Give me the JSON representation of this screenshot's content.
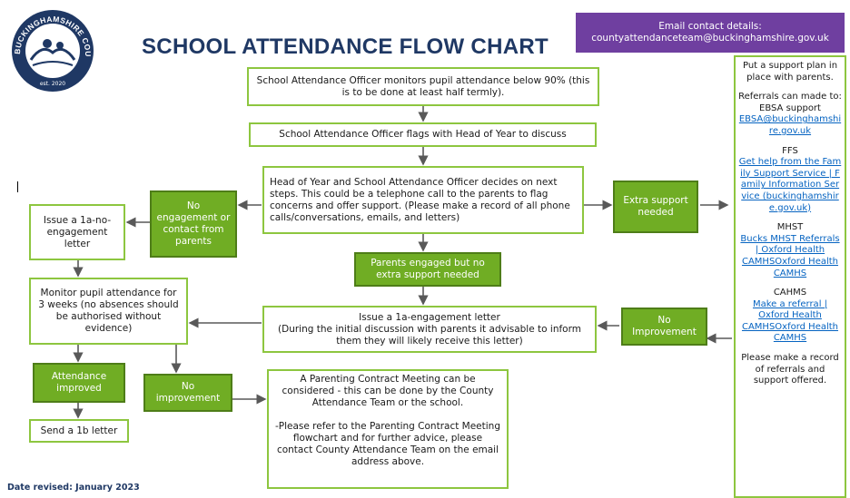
{
  "logo": {
    "ring_top": "BUCKINGHAMSHIRE COUNCIL",
    "est": "est. 2020"
  },
  "title": "SCHOOL ATTENDANCE FLOW CHART",
  "email": {
    "heading": "Email contact details:",
    "address": "countyattendanceteam@buckinghamshire.gov.uk"
  },
  "boxes": {
    "monitor": "School Attendance Officer monitors pupil attendance below 90% (this is to be done at least half termly).",
    "flags": "School Attendance Officer flags with Head of Year to discuss",
    "decides": "Head of Year and School Attendance Officer decides on next steps. This could be a telephone call to the parents to flag concerns and offer support. (Please make a record of all phone calls/conversations, emails, and letters)",
    "no_engagement": "No engagement or contact from parents",
    "extra_support": "Extra support needed",
    "issue_1a_no": "Issue a 1a-no-engagement letter",
    "parents_engaged": "Parents engaged but no extra support needed",
    "monitor_3w": "Monitor pupil attendance for 3 weeks (no absences should be authorised without evidence)",
    "issue_1a_eng_title": "Issue a 1a-engagement letter",
    "issue_1a_eng_body": "(During the initial discussion with parents it advisable to inform them they will likely receive this letter)",
    "no_improvement_right": "No Improvement",
    "attendance_improved": "Attendance improved",
    "no_improvement_left": "No improvement",
    "parenting_1": "A Parenting Contract Meeting can be considered - this can be done by the County Attendance Team or the school.",
    "parenting_2": "-Please refer to the Parenting Contract Meeting flowchart and for further advice, please contact County Attendance Team on the email address above.",
    "send_1b": "Send a 1b letter"
  },
  "side": {
    "intro": "Put a support plan in place with parents.",
    "referrals": "Referrals can made to:",
    "ebsa_label": "EBSA support",
    "ebsa_link": "EBSA@buckinghamshire.gov.uk",
    "ffs_label": "FFS",
    "ffs_link": "Get help from the Family Support Service | Family Information Service (buckinghamshire.gov.uk)",
    "mhst_label": "MHST",
    "mhst_link": "Bucks MHST Referrals | Oxford Health CAMHSOxford Health CAMHS",
    "cahms_label": "CAHMS",
    "cahms_link": "Make a referral | Oxford Health CAMHSOxford Health CAMHS",
    "closing": "Please make a record of referrals and support offered."
  },
  "footer": {
    "revised": "Date revised: January 2023"
  },
  "colors": {
    "green_fill": "#70ad24",
    "green_border": "#8dc63f",
    "purple": "#6f3fa0",
    "title_navy": "#1f3864",
    "link_blue": "#0563c1"
  }
}
